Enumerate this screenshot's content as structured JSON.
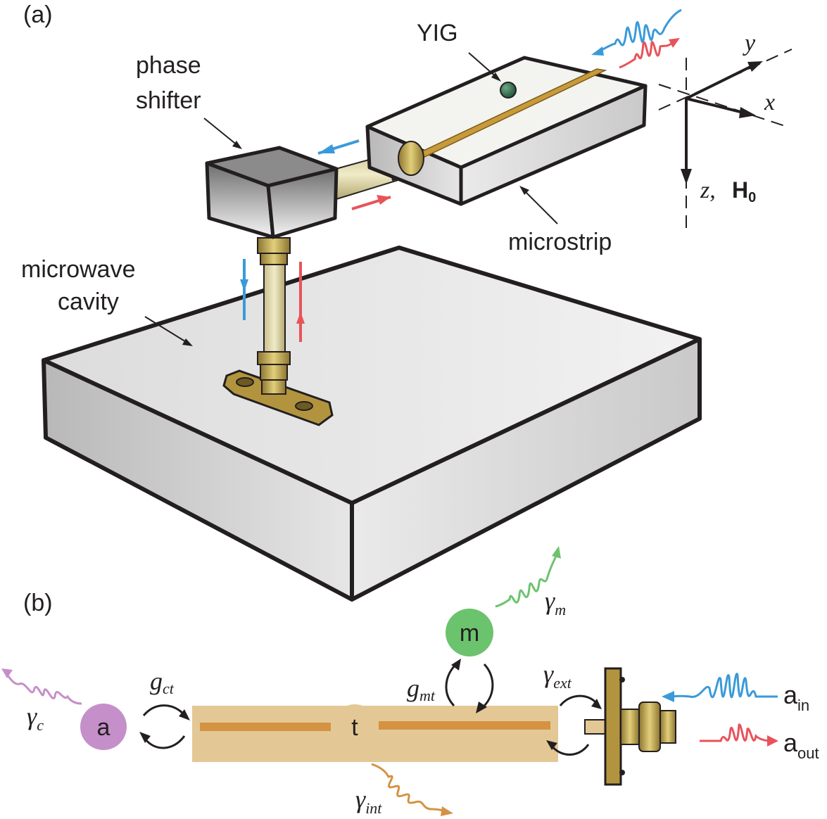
{
  "panel_a": {
    "label": "(a)",
    "yig_label": "YIG",
    "phase_shifter_line1": "phase",
    "phase_shifter_line2": "shifter",
    "microstrip_label": "microstrip",
    "cavity_line1": "microwave",
    "cavity_line2": "cavity",
    "axis_y": "y",
    "axis_x": "x",
    "axis_z": "z,",
    "field_H": "H",
    "field_H_sub": "0"
  },
  "panel_b": {
    "label": "(b)",
    "node_a": "a",
    "node_t": "t",
    "node_m": "m",
    "g_ct": "g",
    "g_ct_sub": "ct",
    "g_mt": "g",
    "g_mt_sub": "mt",
    "gamma_c": "γ",
    "gamma_c_sub": "c",
    "gamma_m": "γ",
    "gamma_m_sub": "m",
    "gamma_int": "γ",
    "gamma_int_sub": "int",
    "gamma_ext": "γ",
    "gamma_ext_sub": "ext",
    "a_in": "a",
    "a_in_sub": "in",
    "a_out": "a",
    "a_out_sub": "out"
  },
  "colors": {
    "input_blue": "#3a9ad9",
    "output_red": "#e8535a",
    "magnon_green": "#6cc36e",
    "cavity_purple": "#c58fc9",
    "line_tan": "#e3c896",
    "strip_orange": "#d49243",
    "brass": "#b3943e"
  }
}
